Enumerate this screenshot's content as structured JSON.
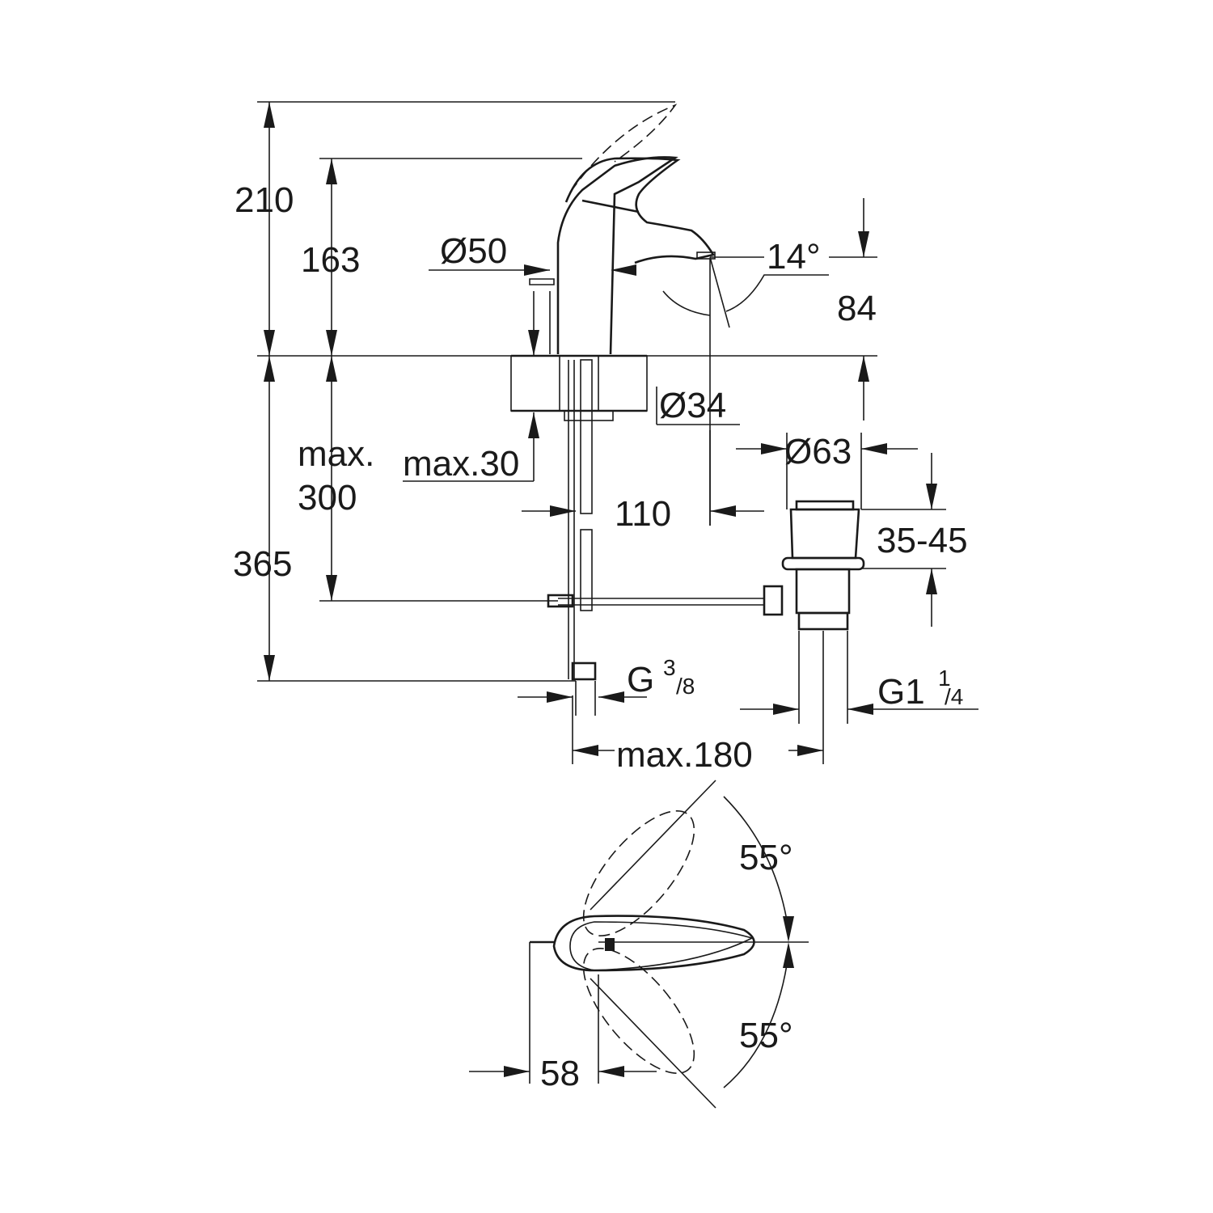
{
  "drawing": {
    "dimensions": {
      "total_height": "210",
      "spout_height": "163",
      "body_diameter": "Ø50",
      "spout_angle": "14°",
      "spout_projection": "84",
      "hole_diameter": "Ø34",
      "max_depth_line1": "max.",
      "max_depth_line2": "300",
      "max_thickness": "max.30",
      "waste_offset": "110",
      "waste_diameter": "Ø63",
      "waste_range": "35-45",
      "below_height": "365",
      "supply_thread_main": "G",
      "supply_thread_num": "3",
      "supply_thread_den": "/8",
      "waste_thread_main": "G1",
      "waste_thread_num": "1",
      "waste_thread_den": "/4",
      "max_spread": "max.180",
      "swivel_angle_left": "55°",
      "swivel_angle_right": "55°",
      "top_view_offset": "58"
    }
  }
}
